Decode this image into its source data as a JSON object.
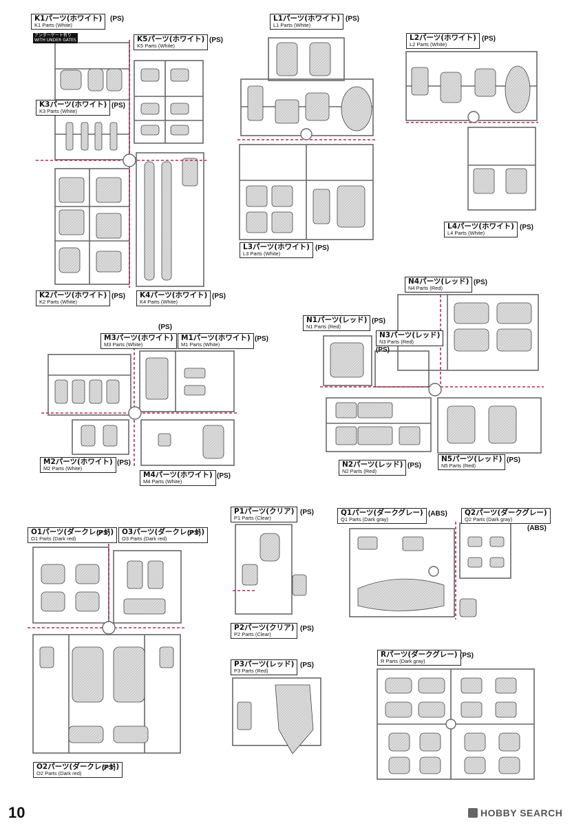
{
  "page_number": "10",
  "brand": "HOBBY SEARCH",
  "note": {
    "line1": "アンダーゲート有り",
    "line2": "WITH UNDER GATES"
  },
  "labels": {
    "K1": {
      "jp": "K1パーツ(ホワイト)",
      "en": "K1 Parts (White)",
      "mat": "(PS)"
    },
    "K5": {
      "jp": "K5パーツ(ホワイト)",
      "en": "K5 Parts (White)",
      "mat": "(PS)"
    },
    "K3": {
      "jp": "K3パーツ(ホワイト)",
      "en": "K3 Parts (White)",
      "mat": "(PS)"
    },
    "K2": {
      "jp": "K2パーツ(ホワイト)",
      "en": "K2 Parts (White)",
      "mat": "(PS)"
    },
    "K4": {
      "jp": "K4パーツ(ホワイト)",
      "en": "K4 Parts (White)",
      "mat": "(PS)"
    },
    "L1": {
      "jp": "L1パーツ(ホワイト)",
      "en": "L1 Parts (White)",
      "mat": "(PS)"
    },
    "L2": {
      "jp": "L2パーツ(ホワイト)",
      "en": "L2 Parts (White)",
      "mat": "(PS)"
    },
    "L3": {
      "jp": "L3パーツ(ホワイト)",
      "en": "L3 Parts (White)",
      "mat": "(PS)"
    },
    "L4": {
      "jp": "L4パーツ(ホワイト)",
      "en": "L4 Parts (White)",
      "mat": "(PS)"
    },
    "N4": {
      "jp": "N4パーツ(レッド)",
      "en": "N4 Parts (Red)",
      "mat": "(PS)"
    },
    "N1": {
      "jp": "N1パーツ(レッド)",
      "en": "N1 Parts (Red)",
      "mat": "(PS)"
    },
    "N3": {
      "jp": "N3パーツ(レッド)",
      "en": "N3 Parts (Red)",
      "mat": "(PS)"
    },
    "N2": {
      "jp": "N2パーツ(レッド)",
      "en": "N2 Parts (Red)",
      "mat": "(PS)"
    },
    "N5": {
      "jp": "N5パーツ(レッド)",
      "en": "N5 Parts (Red)",
      "mat": "(PS)"
    },
    "M3": {
      "jp": "M3パーツ(ホワイト)",
      "en": "M3 Parts (White)",
      "mat": "(PS)"
    },
    "M1": {
      "jp": "M1パーツ(ホワイト)",
      "en": "M1 Parts (White)",
      "mat": "(PS)"
    },
    "M2": {
      "jp": "M2パーツ(ホワイト)",
      "en": "M2 Parts (White)",
      "mat": "(PS)"
    },
    "M4": {
      "jp": "M4パーツ(ホワイト)",
      "en": "M4 Parts (White)",
      "mat": "(PS)"
    },
    "O1": {
      "jp": "O1パーツ(ダークレッド)",
      "en": "O1 Parts (Dark red)",
      "mat": "(PS)"
    },
    "O3": {
      "jp": "O3パーツ(ダークレッド)",
      "en": "O3 Parts (Dark red)",
      "mat": "(PS)"
    },
    "O2": {
      "jp": "O2パーツ(ダークレッド)",
      "en": "O2 Parts (Dark red)",
      "mat": "(PS)"
    },
    "P1": {
      "jp": "P1パーツ(クリア)",
      "en": "P1 Parts (Clear)",
      "mat": "(PS)"
    },
    "P2": {
      "jp": "P2パーツ(クリア)",
      "en": "P2 Parts (Clear)",
      "mat": "(PS)"
    },
    "P3": {
      "jp": "P3パーツ(レッド)",
      "en": "P3 Parts (Red)",
      "mat": "(PS)"
    },
    "Q1": {
      "jp": "Q1パーツ(ダークグレー)",
      "en": "Q1 Parts (Dark gray)",
      "mat": "(ABS)"
    },
    "Q2": {
      "jp": "Q2パーツ(ダークグレー)",
      "en": "Q2 Parts (Dark gray)",
      "mat": "(ABS)"
    },
    "R": {
      "jp": "Rパーツ(ダークグレー)",
      "en": "R Parts (Dark gray)",
      "mat": "(PS)"
    }
  },
  "colors": {
    "runner": "#d6d6d6",
    "frame": "#777777",
    "cut_line": "#c0244a",
    "part": "#9a9a9a"
  }
}
